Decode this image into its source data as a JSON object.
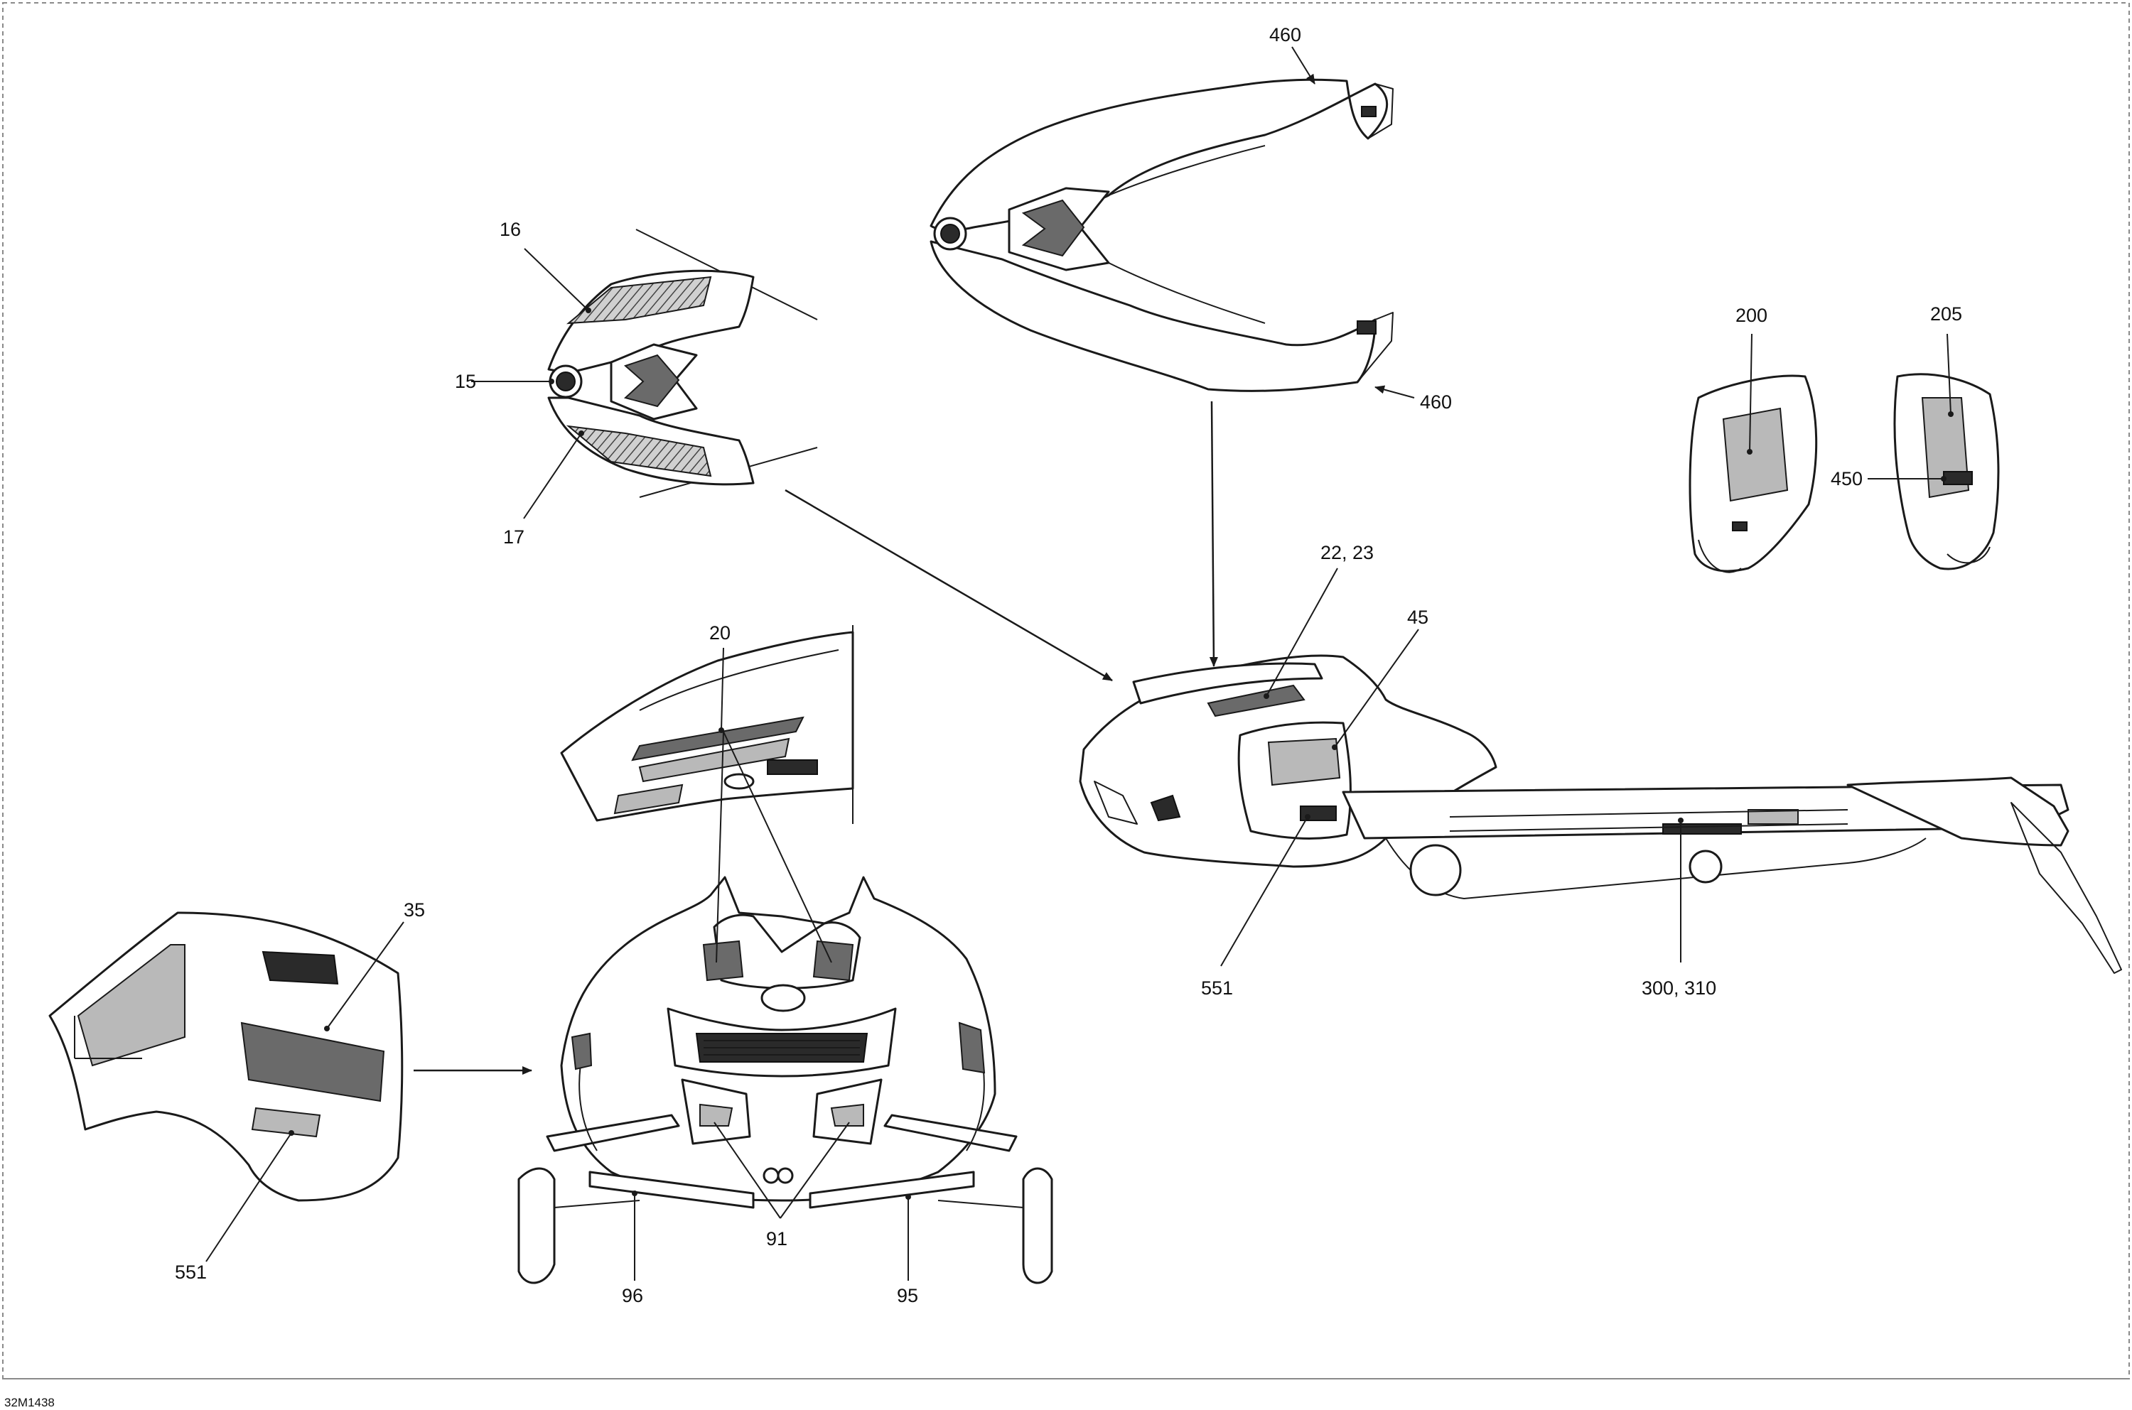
{
  "drawing_code": "32M1438",
  "callouts": {
    "c460_top": "460",
    "c460_bottom": "460",
    "c16": "16",
    "c15": "15",
    "c17": "17",
    "c200": "200",
    "c205": "205",
    "c450": "450",
    "c22_23": "22, 23",
    "c45": "45",
    "c20": "20",
    "c35": "35",
    "c551_side": "551",
    "c300_310": "300, 310",
    "c551_left": "551",
    "c91": "91",
    "c96": "96",
    "c95": "95"
  },
  "icons": [
    "hood-top-view",
    "hood-detail-view",
    "side-panel-left",
    "side-panel-right",
    "vehicle-side-view",
    "windshield-decal-detail",
    "side-panel-detail",
    "vehicle-front-view"
  ]
}
